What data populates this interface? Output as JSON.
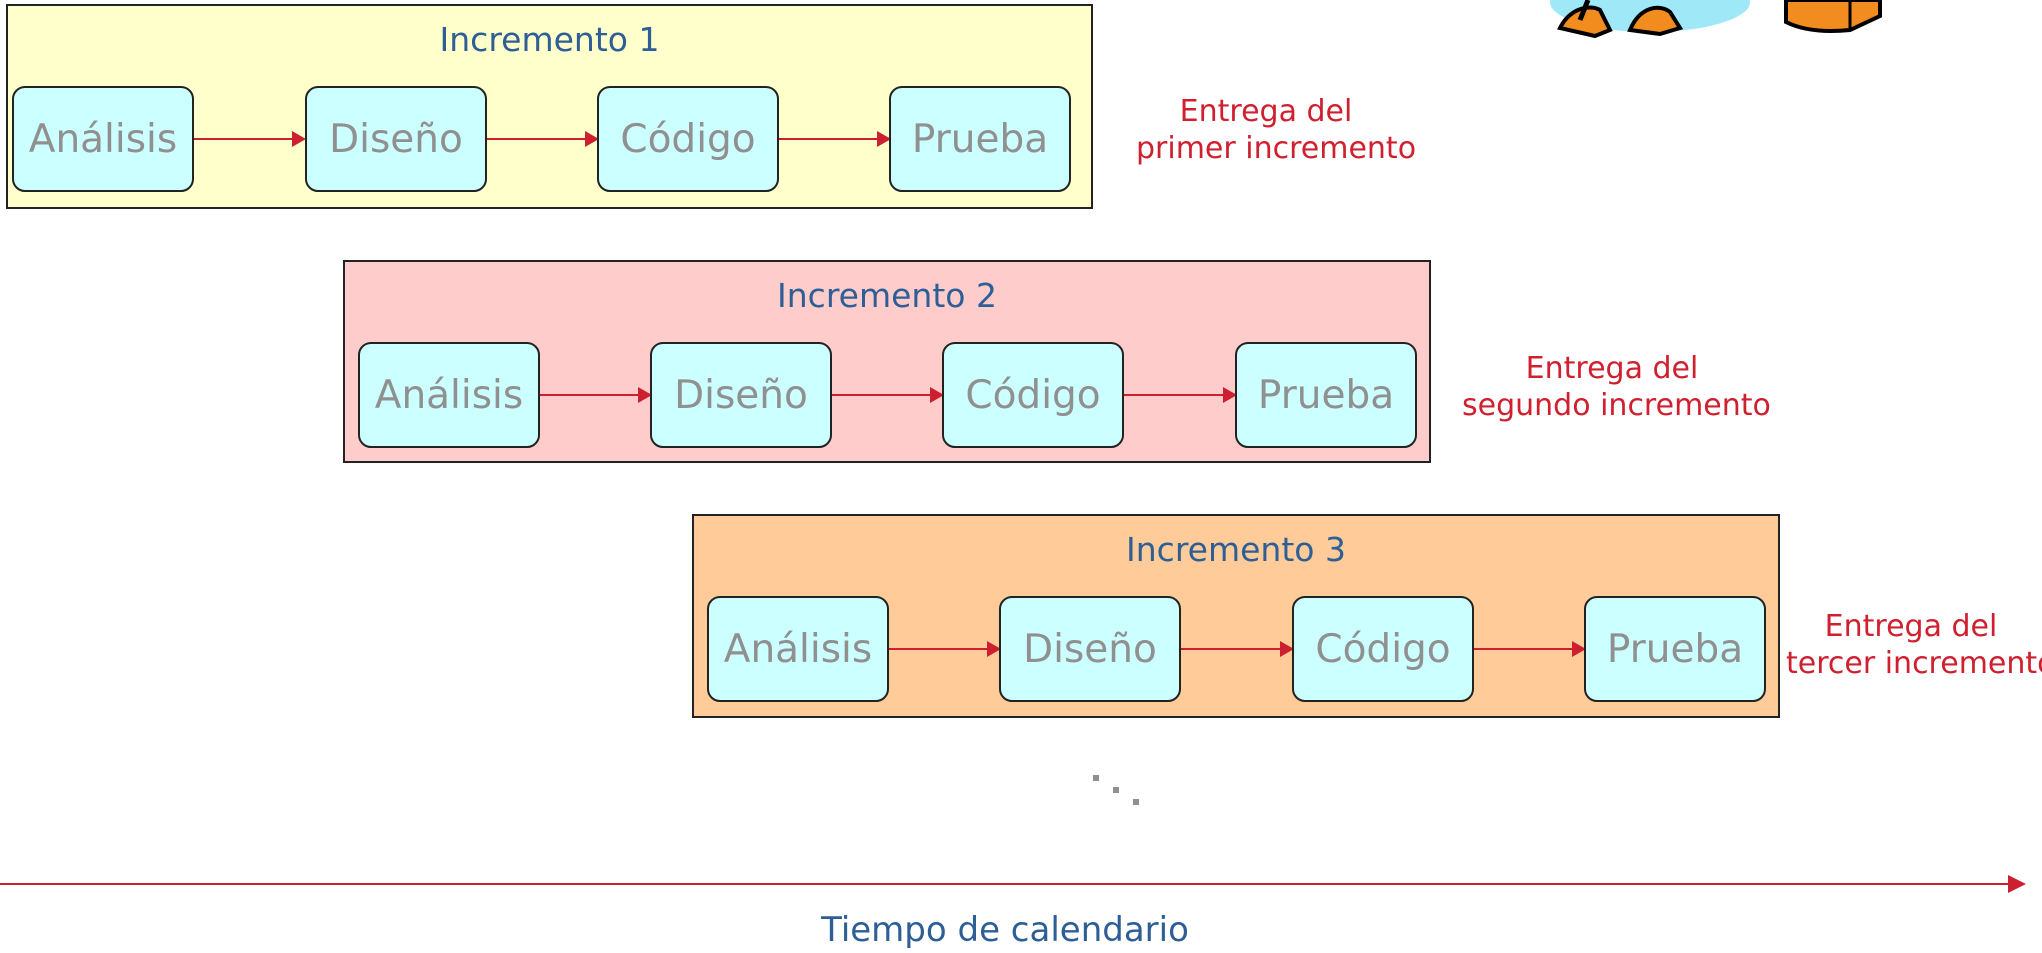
{
  "colors": {
    "title_blue": "#2e5e96",
    "delivery_red": "#d0202f",
    "stage_fill": "#ccffff",
    "stage_text": "#909090",
    "increment_1_fill": "#ffffcc",
    "increment_2_fill": "#ffcccc",
    "increment_3_fill": "#ffcc99"
  },
  "increments": [
    {
      "title": "Incremento 1",
      "stages": [
        "Análisis",
        "Diseño",
        "Código",
        "Prueba"
      ],
      "delivery": [
        "Entrega del",
        "primer incremento"
      ]
    },
    {
      "title": "Incremento 2",
      "stages": [
        "Análisis",
        "Diseño",
        "Código",
        "Prueba"
      ],
      "delivery": [
        "Entrega del",
        "segundo incremento"
      ]
    },
    {
      "title": "Incremento 3",
      "stages": [
        "Análisis",
        "Diseño",
        "Código",
        "Prueba"
      ],
      "delivery": [
        "Entrega del",
        "tercer incremento"
      ]
    }
  ],
  "continuation": "...",
  "timeline": {
    "label": "Tiempo de calendario"
  },
  "decorations": [
    "people-clipart",
    "box-clipart"
  ]
}
